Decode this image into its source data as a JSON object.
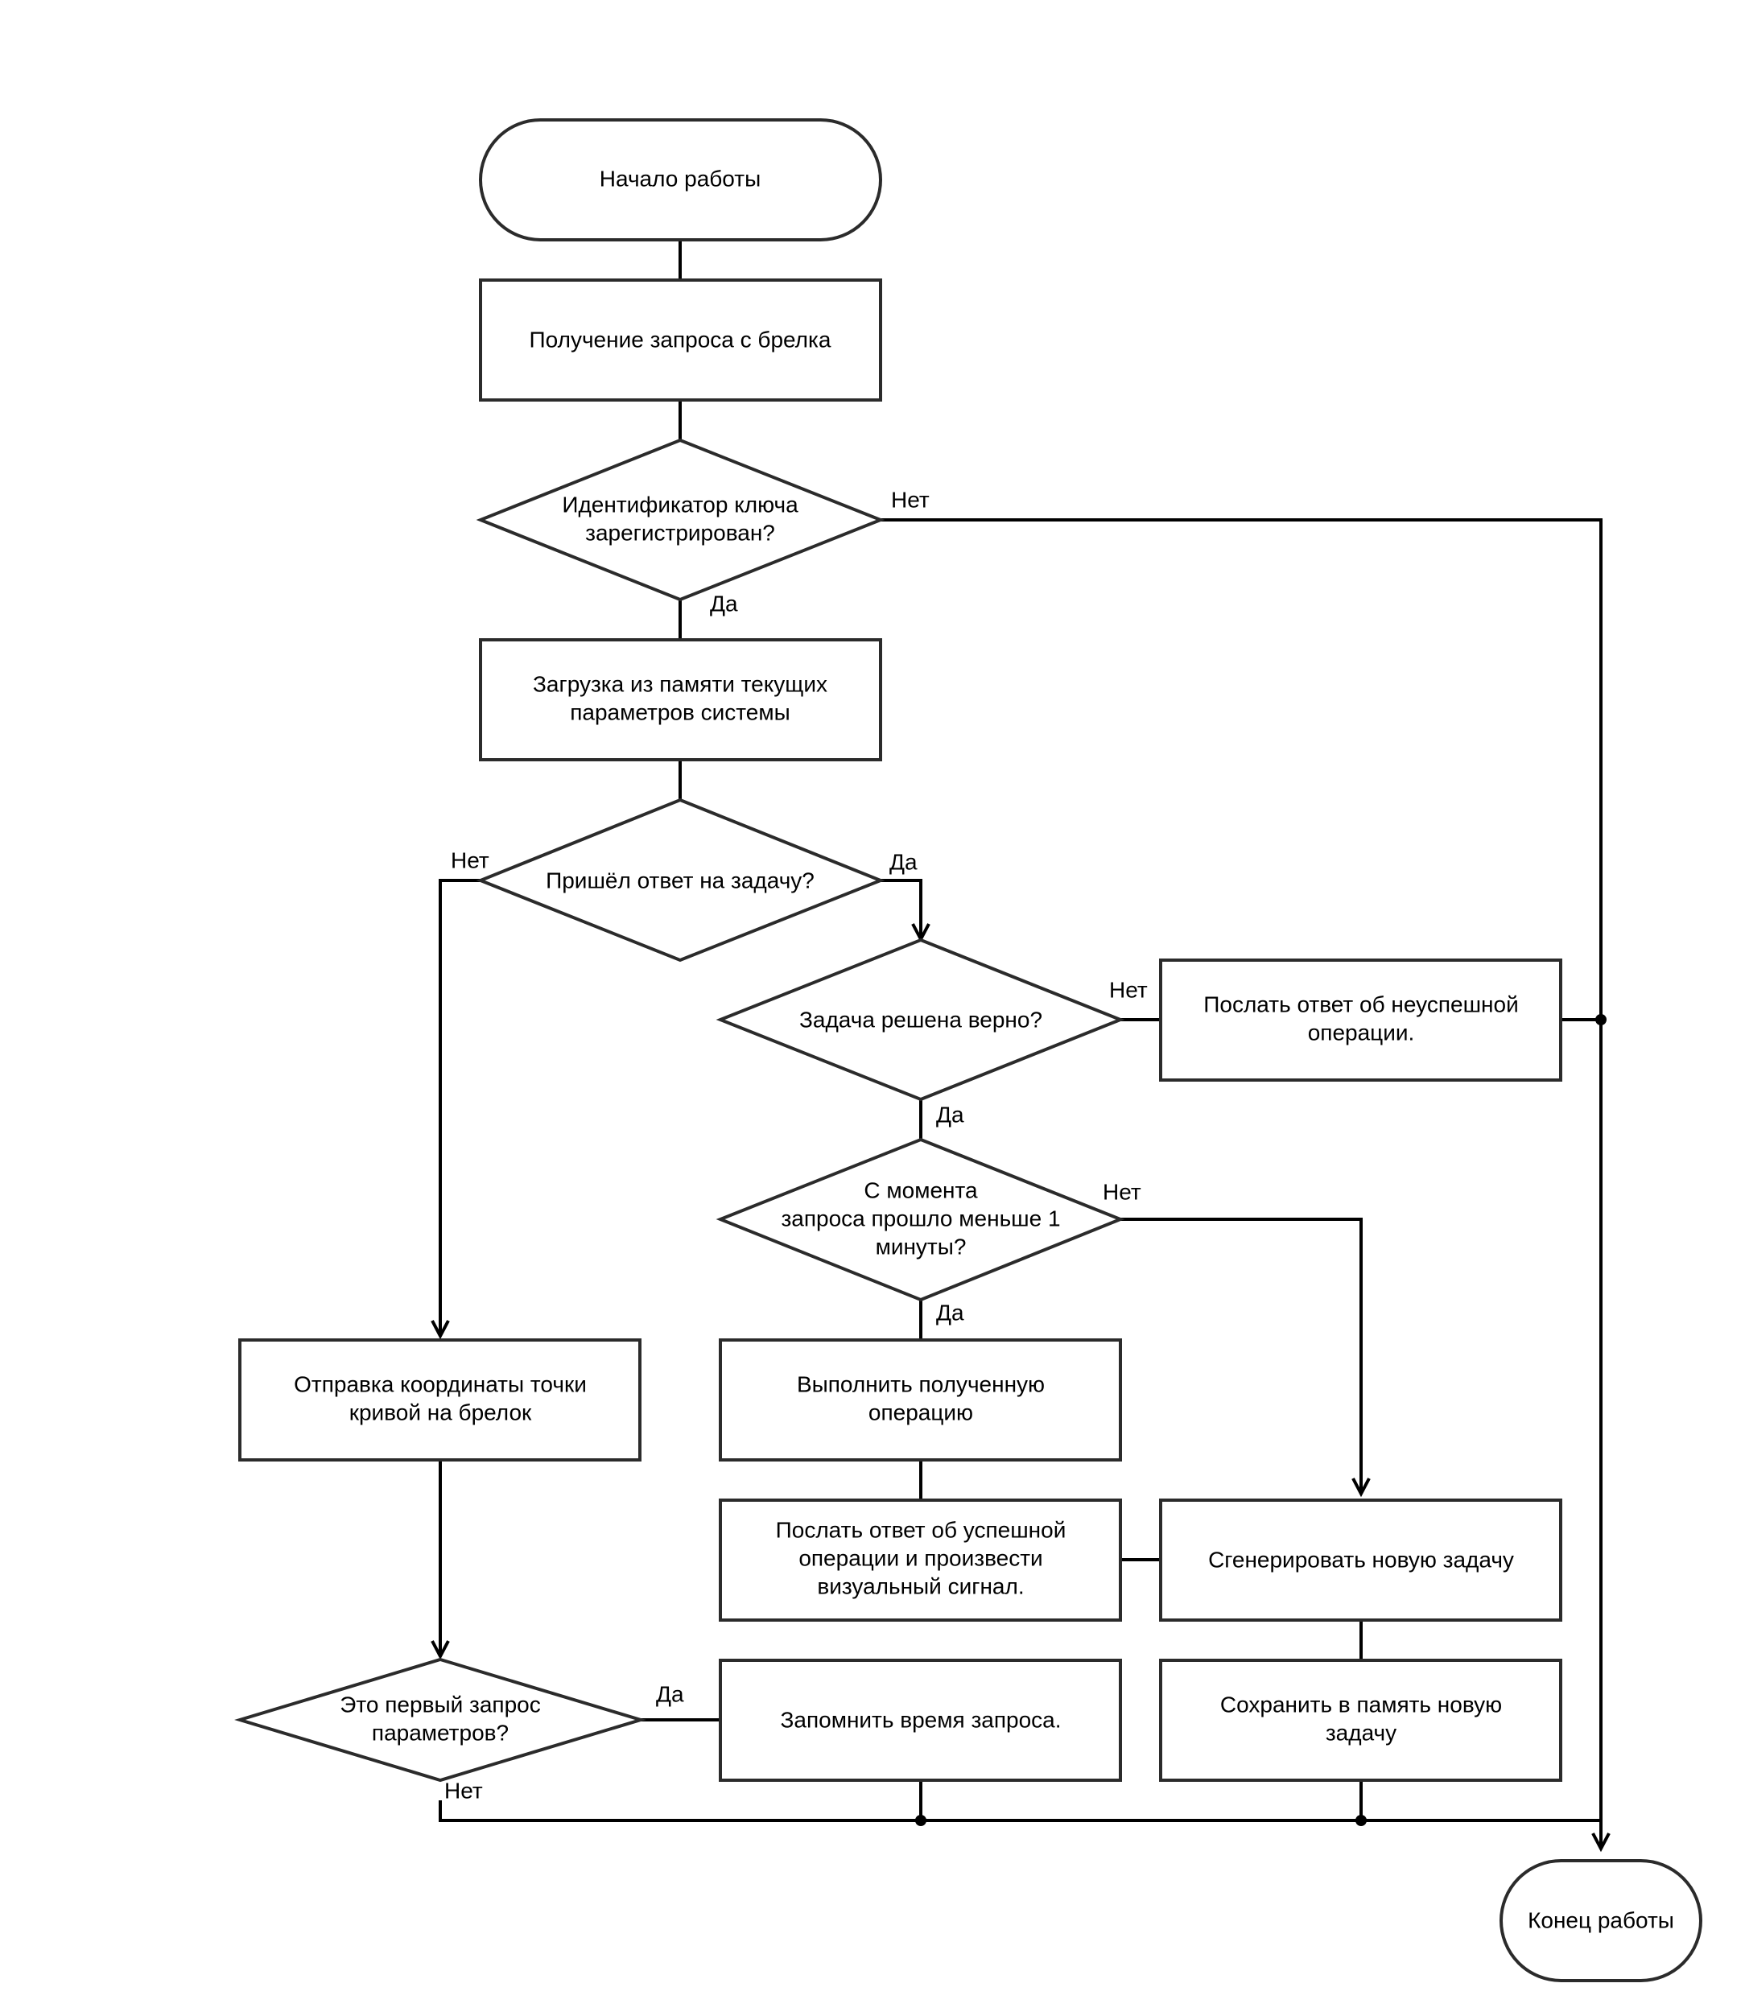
{
  "nodes": {
    "start": "Начало работы",
    "receive": "Получение запроса с брелка",
    "key_registered": [
      "Идентификатор ключа",
      "зарегистрирован?"
    ],
    "load_params": [
      "Загрузка из памяти текущих",
      "параметров системы"
    ],
    "answer_arrived": "Пришёл ответ на задачу?",
    "solved_correct": "Задача решена верно?",
    "send_fail": [
      "Послать ответ об неуспешной",
      "операции."
    ],
    "time_check": [
      "С момента",
      "запроса прошло меньше 1",
      "минуты?"
    ],
    "send_coords": [
      "Отправка координаты точки",
      "кривой на брелок"
    ],
    "execute": [
      "Выполнить полученную",
      "операцию"
    ],
    "send_success": [
      "Послать ответ об успешной",
      "операции и произвести",
      "визуальный сигнал."
    ],
    "generate_task": "Сгенерировать новую задачу",
    "first_request": [
      "Это первый запрос",
      "параметров?"
    ],
    "remember_time": "Запомнить время запроса.",
    "save_task": [
      "Сохранить в память новую",
      "задачу"
    ],
    "end": "Конец работы"
  },
  "edge_labels": {
    "yes": "Да",
    "no": "Нет"
  }
}
